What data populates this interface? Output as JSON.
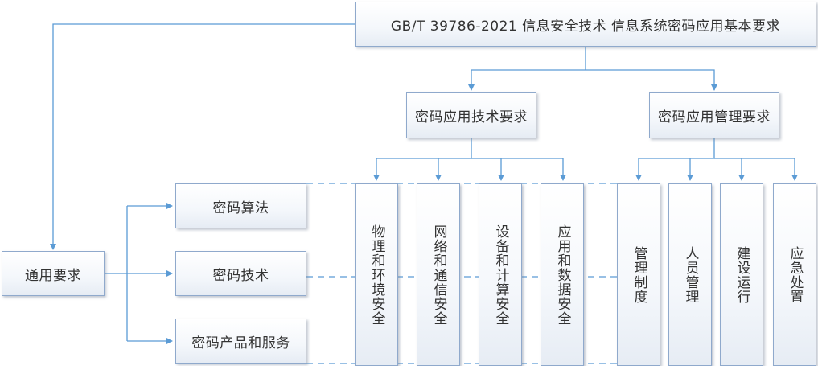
{
  "diagram": {
    "root": "GB/T 39786-2021 信息安全技术 信息系统密码应用基本要求",
    "general": "通用要求",
    "general_items": [
      "密码算法",
      "密码技术",
      "密码产品和服务"
    ],
    "tech_req": "密码应用技术要求",
    "mgmt_req": "密码应用管理要求",
    "tech_items": [
      "物理和环境安全",
      "网络和通信安全",
      "设备和计算安全",
      "应用和数据安全"
    ],
    "mgmt_items": [
      "管理制度",
      "人员管理",
      "建设运行",
      "应急处置"
    ]
  },
  "colors": {
    "line": "#5B9BD5",
    "box_border": "#8FA9CC"
  }
}
